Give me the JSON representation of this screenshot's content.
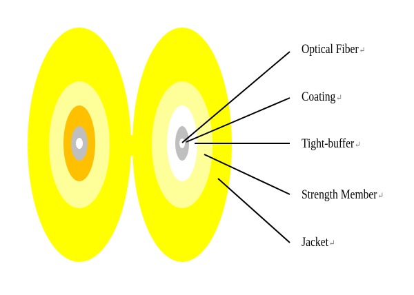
{
  "paragraph_mark": "↵",
  "colors": {
    "jacket": "#ffff00",
    "strength_member": "#ffff99",
    "tight_buffer": "#ffffff",
    "tight_buffer_left": "#ffc000",
    "coating": "#bfbfbf",
    "optical_fiber": "#ffffff",
    "leader_line": "#000000"
  },
  "labels": [
    {
      "id": "optical-fiber",
      "text": "Optical Fiber"
    },
    {
      "id": "coating",
      "text": "Coating"
    },
    {
      "id": "tight-buffer",
      "text": "Tight-buffer"
    },
    {
      "id": "strength-member",
      "text": "Strength Member"
    },
    {
      "id": "jacket",
      "text": "Jacket"
    }
  ]
}
